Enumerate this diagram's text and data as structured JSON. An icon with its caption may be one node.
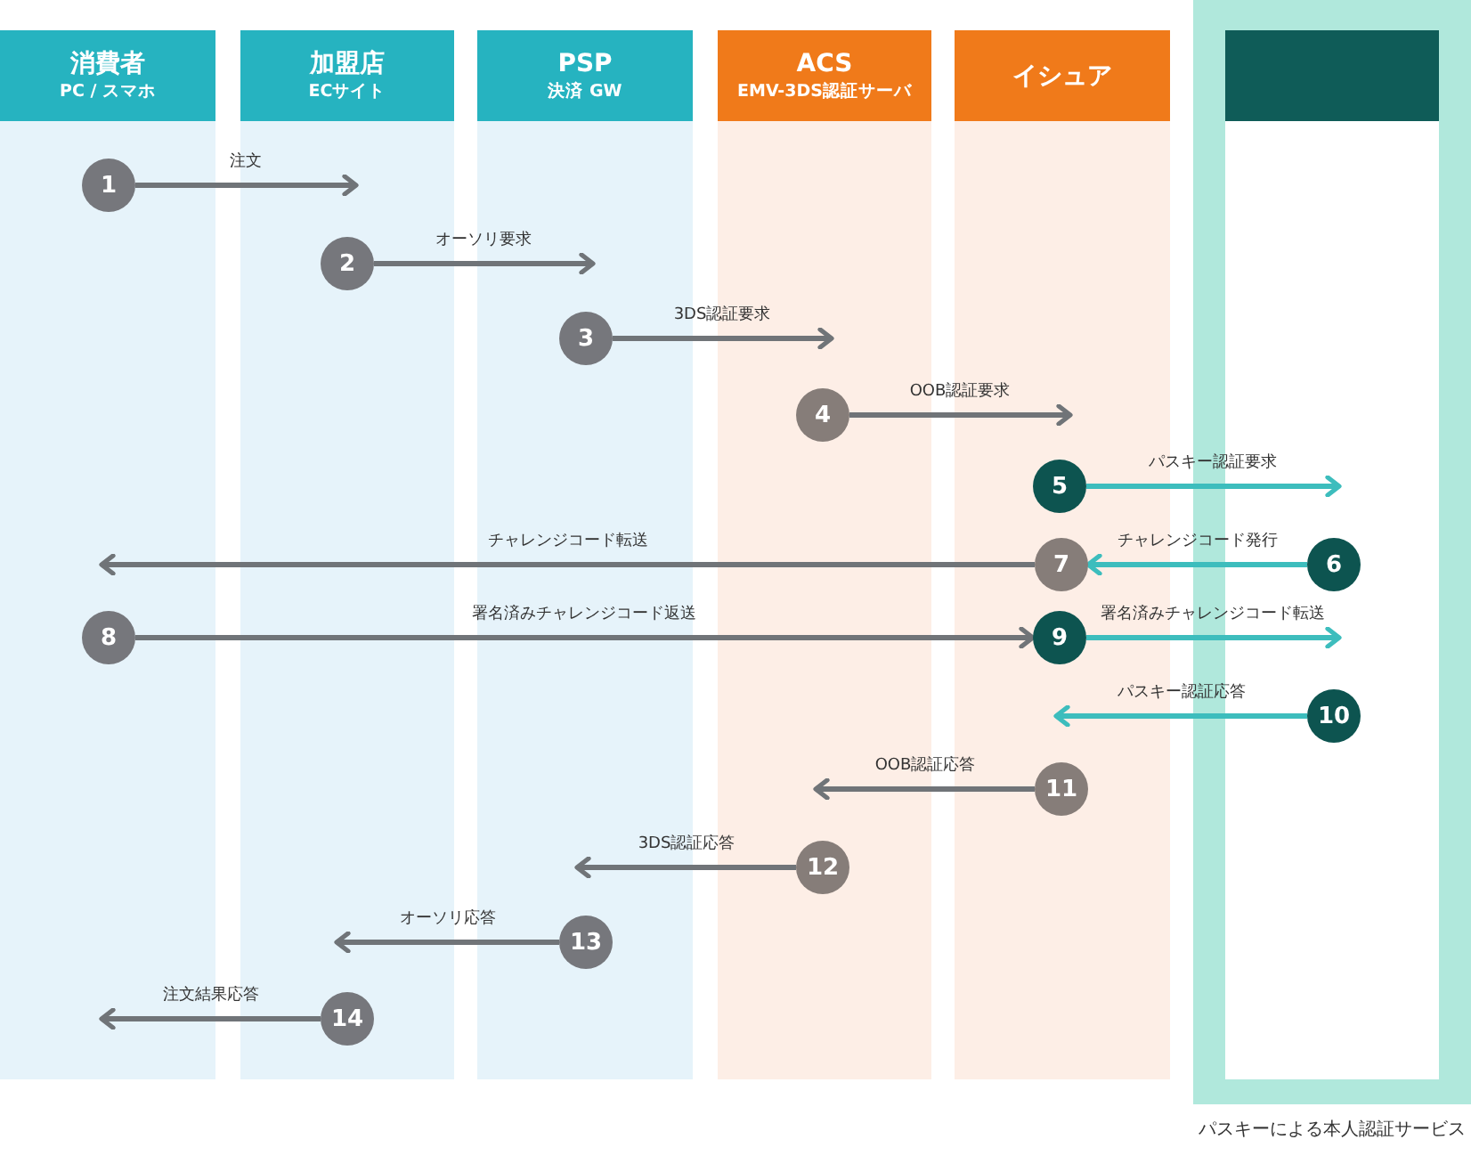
{
  "diagram": {
    "nodes": [
      {
        "text": [
          "消費者",
          "PC / スマホ"
        ]
      },
      {
        "text": [
          "加盟店",
          "ECサイト"
        ]
      },
      {
        "text": [
          "PSP",
          "決済 GW"
        ]
      },
      {
        "text": [
          "ACS",
          "EMV-3DS認証サーバ"
        ]
      },
      {
        "text": [
          "イシュア"
        ]
      },
      {
        "text": [],
        "shape": "box"
      },
      {
        "text": [
          "1"
        ]
      },
      {
        "text": [
          "2"
        ]
      },
      {
        "text": [
          "3"
        ]
      },
      {
        "text": [
          "4"
        ]
      },
      {
        "text": [
          "5"
        ]
      },
      {
        "text": [
          "6"
        ]
      },
      {
        "text": [
          "7"
        ]
      },
      {
        "text": [
          "8"
        ]
      },
      {
        "text": [
          "9"
        ]
      },
      {
        "text": [
          "10"
        ]
      },
      {
        "text": [
          "11"
        ]
      },
      {
        "text": [
          "12"
        ]
      },
      {
        "text": [
          "13"
        ]
      },
      {
        "text": [
          "14"
        ]
      }
    ],
    "edges": [
      {
        "from": 6,
        "to": 7,
        "arrow": "to",
        "label": "注文"
      },
      {
        "from": 7,
        "to": 8,
        "arrow": "to",
        "label": "オーソリ要求"
      },
      {
        "from": 8,
        "to": 9,
        "arrow": "to",
        "label": "3DS認証要求"
      },
      {
        "from": 9,
        "to": 10,
        "arrow": "to",
        "label": "OOB認証要求"
      },
      {
        "from": 10,
        "to": 11,
        "arrow": "to",
        "label": "パスキー認証要求",
        "color": "#3dbdbd"
      },
      {
        "from": 11,
        "to": 12,
        "arrow": "to",
        "label": "チャレンジコード発行",
        "color": "#3dbdbd"
      },
      {
        "from": 12,
        "to": 13,
        "arrow": "to",
        "label": "チャレンジコード転送"
      },
      {
        "from": 13,
        "to": 14,
        "arrow": "to",
        "label": "署名済みチャレンジコード返送"
      },
      {
        "from": 14,
        "to": 15,
        "arrow": "to",
        "label": "署名済みチャレンジコード転送",
        "color": "#3dbdbd"
      },
      {
        "from": 15,
        "to": 16,
        "arrow": "to",
        "label": "パスキー認証応答",
        "color": "#3dbdbd"
      },
      {
        "from": 16,
        "to": 17,
        "arrow": "to",
        "label": "OOB認証応答"
      },
      {
        "from": 17,
        "to": 18,
        "arrow": "to",
        "label": "3DS認証応答"
      },
      {
        "from": 18,
        "to": 19,
        "arrow": "to",
        "label": "オーソリ応答"
      },
      {
        "from": 19,
        "to": null,
        "arrow": "to",
        "label": "注文結果応答"
      }
    ],
    "labels": [
      "パスキーによる本人認証サービス"
    ]
  }
}
